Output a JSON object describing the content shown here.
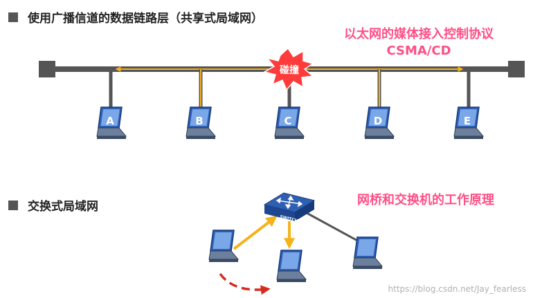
{
  "section_top": {
    "title": "使用广播信道的数据链路层（共享式局域网）"
  },
  "protocol": {
    "line1": "以太网的媒体接入控制协议",
    "line2": "CSMA/CD"
  },
  "collision_label": "碰撞",
  "hosts": [
    "A",
    "B",
    "C",
    "D",
    "E"
  ],
  "section_bottom": {
    "title": "交换式局域网"
  },
  "bridge_note": "网桥和交换机的工作原理",
  "switch_label": "SWITCH",
  "watermark": "https://blog.csdn.net/Jay_fearless",
  "colors": {
    "bus": "#555555",
    "signal": "#f5b31b",
    "collision": "#ff3b3b",
    "note": "#ff4f86",
    "device": "#2f5fb3",
    "collision_arrow": "#d52b1e"
  }
}
